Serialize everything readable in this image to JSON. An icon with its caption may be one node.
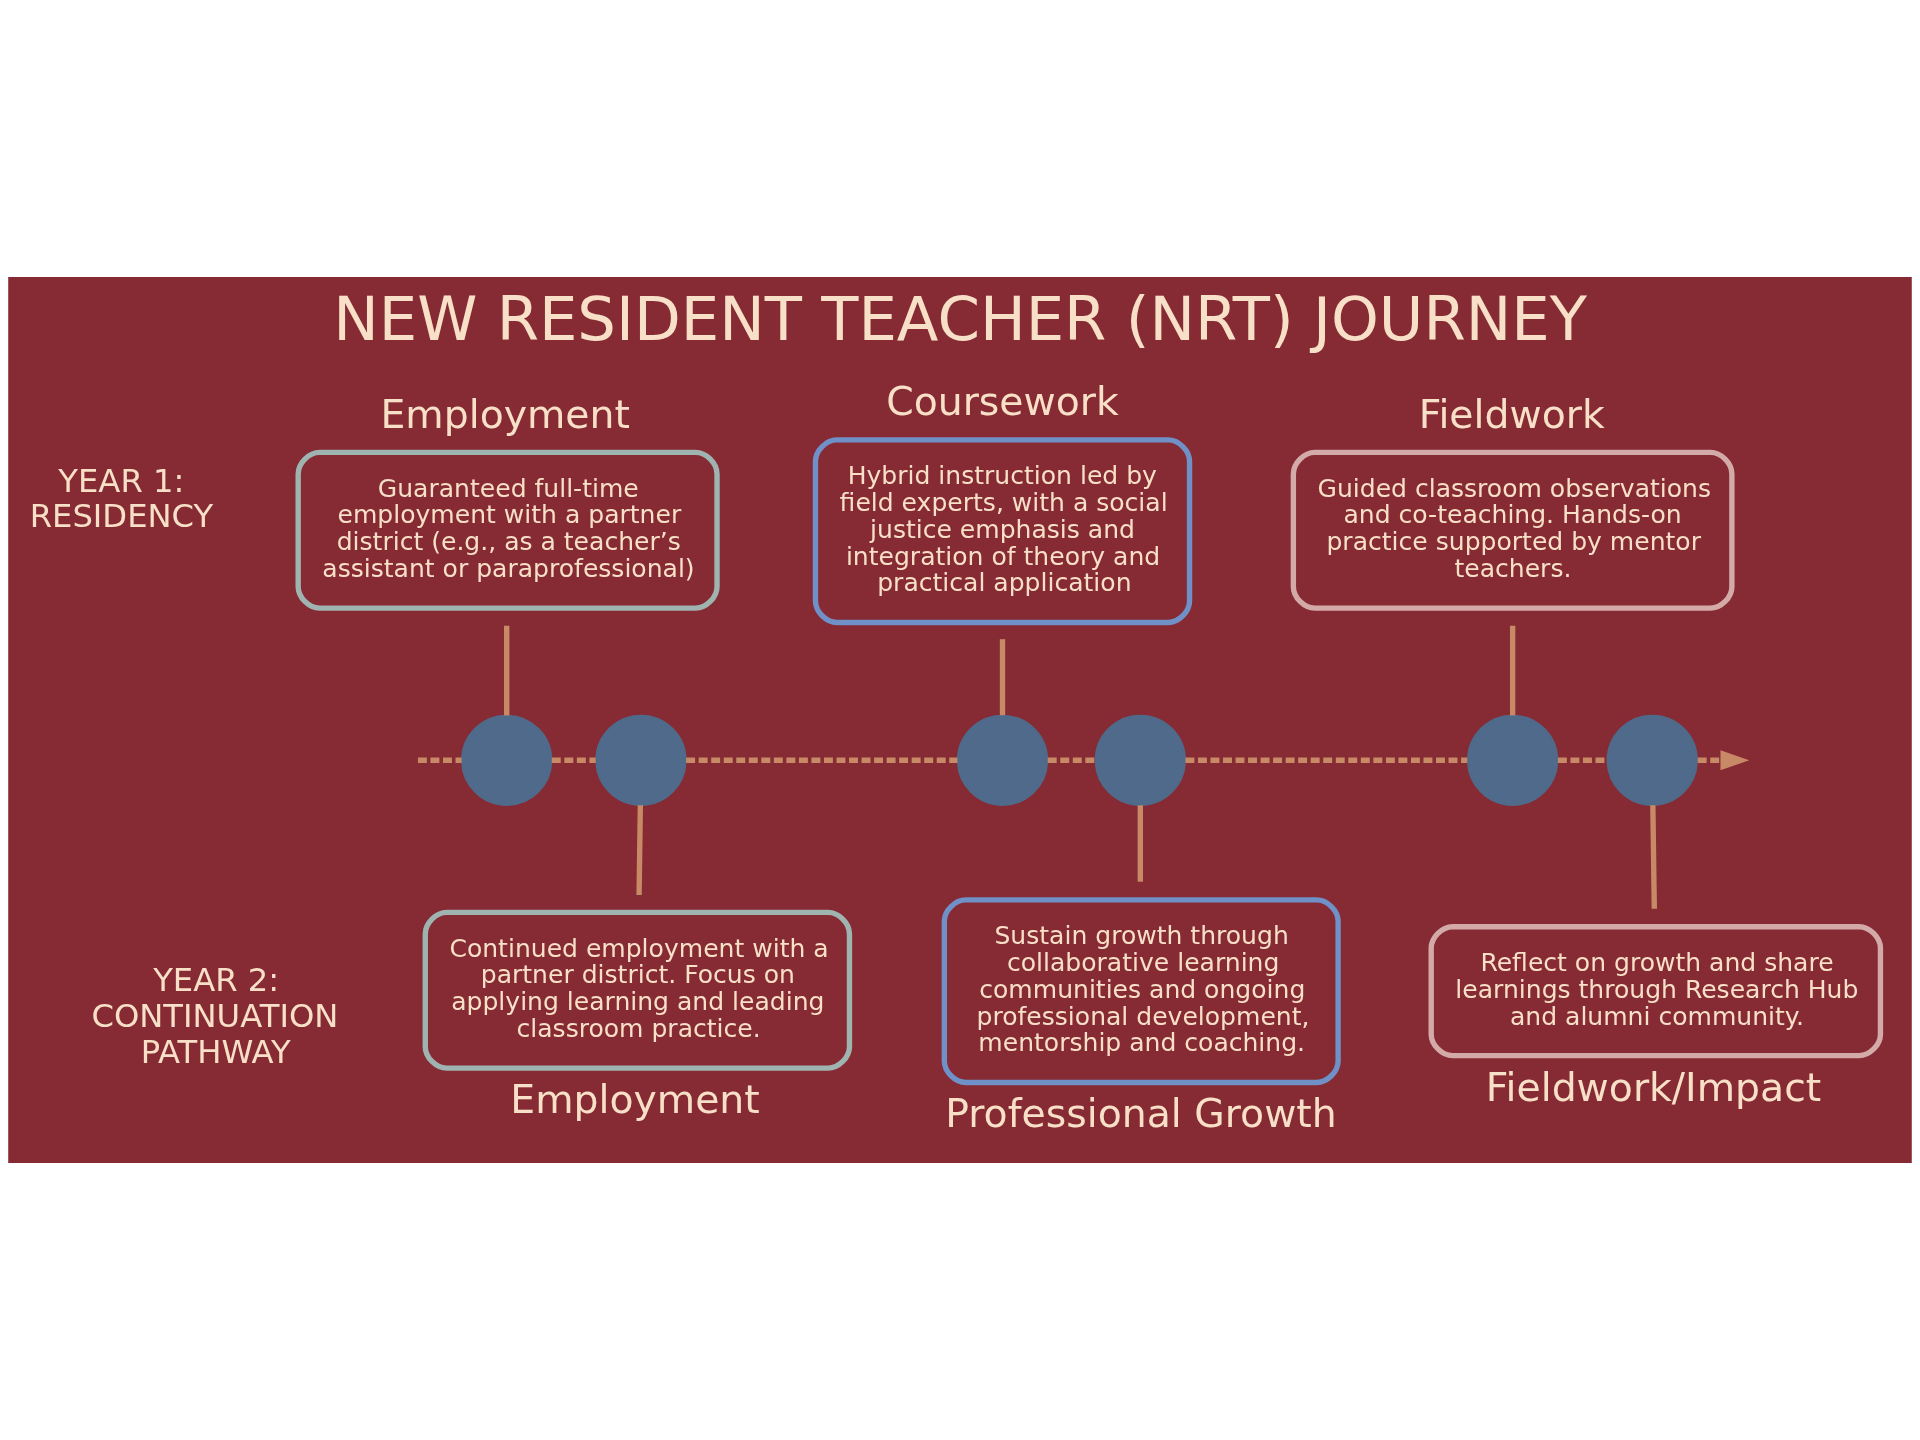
{
  "diagram": {
    "title": "NEW RESIDENT TEACHER (NRT) JOURNEY",
    "nodes": [
      {
        "text": [
          "Employment",
          "Guaranteed full-time employment with a partner district (e.g., as a teacher’s assistant or paraprofessional)"
        ]
      },
      {
        "text": [
          "Coursework",
          "Hybrid instruction led by field experts, with a social justice emphasis and integration of theory and practical application"
        ]
      },
      {
        "text": [
          "Fieldwork",
          "Guided classroom observations and co-teaching. Hands-on practice supported by mentor teachers."
        ]
      },
      {
        "text": [],
        "shape": "circle"
      },
      {
        "text": [],
        "shape": "circle"
      },
      {
        "text": [],
        "shape": "circle"
      },
      {
        "text": [],
        "shape": "circle"
      },
      {
        "text": [],
        "shape": "circle"
      },
      {
        "text": [],
        "shape": "circle"
      },
      {
        "text": [
          "Continued employment with a partner district. Focus on applying learning and leading classroom practice.",
          "Employment"
        ]
      },
      {
        "text": [
          "Sustain growth through collaborative learning communities and ongoing professional development, mentorship and coaching.",
          "Professional Growth"
        ]
      },
      {
        "text": [
          "Reflect on growth and share learnings through Research Hub and alumni community.",
          "Fieldwork/Impact"
        ]
      }
    ],
    "edges": [
      {
        "from": null,
        "to": 3,
        "arrow": "none",
        "style": "dashed"
      },
      {
        "from": 3,
        "to": 4,
        "arrow": "none",
        "style": "dashed"
      },
      {
        "from": 4,
        "to": 5,
        "arrow": "none",
        "style": "dashed"
      },
      {
        "from": 5,
        "to": 6,
        "arrow": "none",
        "style": "dashed"
      },
      {
        "from": 6,
        "to": 7,
        "arrow": "none",
        "style": "dashed"
      },
      {
        "from": 7,
        "to": 8,
        "arrow": "none",
        "style": "dashed"
      },
      {
        "from": 8,
        "to": null,
        "arrow": "to",
        "style": "dashed"
      },
      {
        "from": 0,
        "to": 3,
        "arrow": "none"
      },
      {
        "from": 1,
        "to": 5,
        "arrow": "none"
      },
      {
        "from": 2,
        "to": 7,
        "arrow": "none"
      },
      {
        "from": 4,
        "to": 9,
        "arrow": "none"
      },
      {
        "from": 6,
        "to": 10,
        "arrow": "none"
      },
      {
        "from": 8,
        "to": 11,
        "arrow": "none"
      }
    ],
    "labels": [
      "YEAR 1: RESIDENCY",
      "YEAR 2: CONTINUATION PATHWAY"
    ]
  }
}
